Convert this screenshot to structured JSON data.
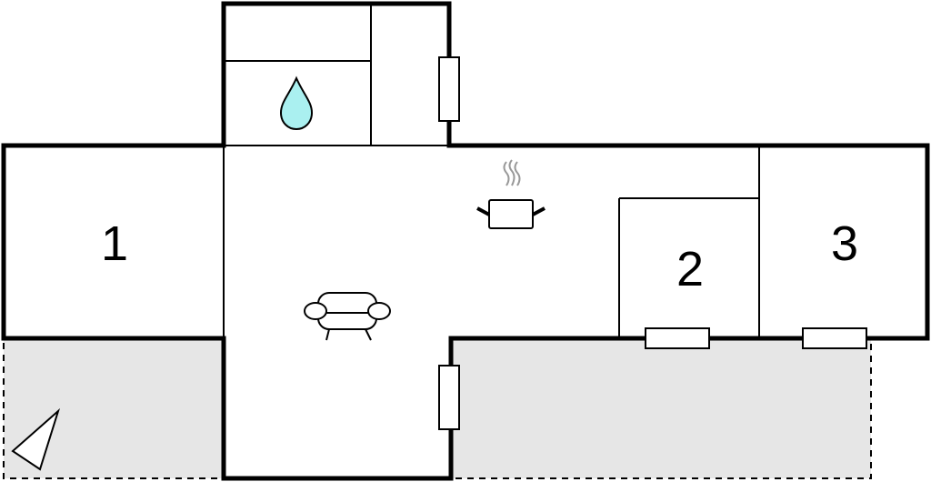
{
  "rooms": [
    {
      "label": "1"
    },
    {
      "label": "2"
    },
    {
      "label": "3"
    }
  ],
  "colors": {
    "wall": "#000000",
    "terrace": "#e6e6e6",
    "water": "#aaf0f0",
    "steam": "#999999",
    "background": "#ffffff"
  },
  "icons": [
    "water-drop-icon",
    "cooking-pot-icon",
    "sofa-icon",
    "north-arrow-icon"
  ]
}
